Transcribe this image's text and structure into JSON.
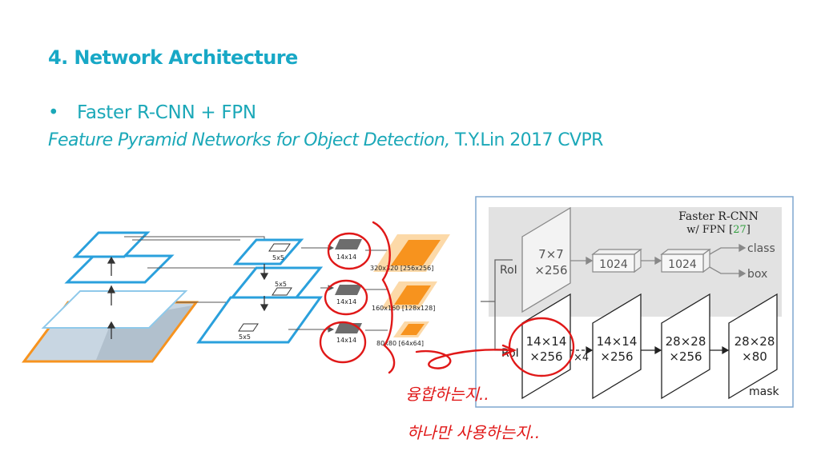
{
  "slide": {
    "title": "4. Network Architecture",
    "bullet": "Faster R-CNN + FPN",
    "paper_title": "Feature Pyramid Networks for Object Detection,",
    "paper_ref": " T.Y.Lin 2017 CVPR"
  },
  "fpn_figure": {
    "pool_label": "5x5",
    "roi_size": "14x14",
    "sizes": [
      "320x320 [256x256]",
      "160x160 [128x128]",
      "80x80 [64x64]"
    ],
    "colors": {
      "pyramid": "#2aa0dc",
      "orange": "#f7931e",
      "orange_light": "#fcd9a8"
    }
  },
  "head_figure": {
    "title": "Faster R-CNN",
    "subtitle_prefix": "w/ FPN [",
    "subtitle_ref": "27",
    "subtitle_suffix": "]",
    "roi": "RoI",
    "box_a": [
      "7×7",
      "×256"
    ],
    "fc1": "1024",
    "fc2": "1024",
    "out_class": "class",
    "out_box": "box",
    "mask_boxes": [
      [
        "14×14",
        "×256"
      ],
      [
        "14×14",
        "×256"
      ],
      [
        "28×28",
        "×256"
      ],
      [
        "28×28",
        "×80"
      ]
    ],
    "repeat": "×4",
    "mask": "mask"
  },
  "annotations": {
    "line1": "융합하는지..",
    "line2": "하나만 사용하는지..",
    "ink_color": "#e01818"
  }
}
